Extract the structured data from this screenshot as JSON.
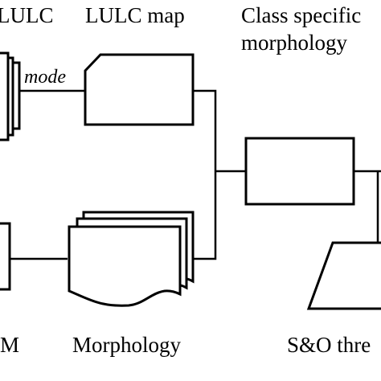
{
  "labels": {
    "lulc": "LULC",
    "lulc_map": "LULC map",
    "class_specific_line1": "Class specific",
    "class_specific_line2": "morphology",
    "mode": "mode",
    "dem_partial": "M",
    "morphology": "Morphology",
    "so_threshold_partial": "S&O thre"
  },
  "colors": {
    "stroke": "#000000",
    "fill": "#ffffff"
  }
}
